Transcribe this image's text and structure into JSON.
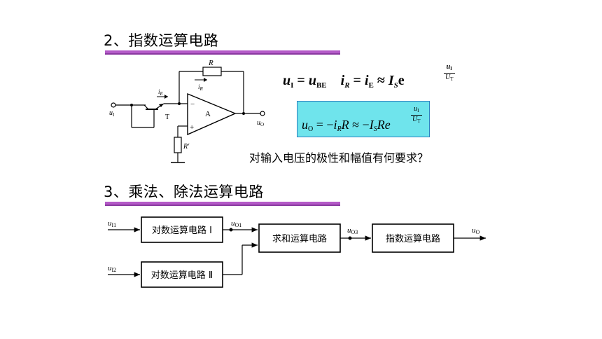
{
  "section2": {
    "heading": "2、指数运算电路"
  },
  "section3": {
    "heading": "3、乘法、除法运算电路"
  },
  "circuit": {
    "label_R": "R",
    "label_iR": "i",
    "label_iR_sub": "R",
    "label_iE": "i",
    "label_iE_sub": "E",
    "label_uI": "u",
    "label_uI_sub": "I",
    "label_T": "T",
    "label_minus": "−",
    "label_plus": "+",
    "label_A": "A",
    "label_uO": "u",
    "label_uO_sub": "O",
    "label_Rprime": "R′"
  },
  "equation1": {
    "lhs_u": "u",
    "lhs_u_sub": "I",
    "eq": " = ",
    "rhs_u": "u",
    "rhs_u_sub": "BE",
    "i_R": "i",
    "i_R_sub": "R",
    "eq2": " = ",
    "i_E": "i",
    "i_E_sub": "E",
    "approx": " ≈ ",
    "I_S": "I",
    "I_S_sub": "S",
    "e": "e",
    "exp_num": "u",
    "exp_num_sub": "I",
    "exp_den": "U",
    "exp_den_sub": "T"
  },
  "equation2": {
    "u": "u",
    "u_sub": "O",
    "part1": " = −",
    "i": "i",
    "i_sub": "R",
    "R": "R",
    "approx": " ≈ −",
    "I": "I",
    "I_sub": "S",
    "Re": "Re",
    "exp_num": "u",
    "exp_num_sub": "I",
    "exp_den": "U",
    "exp_den_sub": "T"
  },
  "question": "对输入电压的极性和幅值有何要求？",
  "block_diagram": {
    "block1": "对数运算电路 Ⅰ",
    "block2": "对数运算电路 Ⅱ",
    "block3": "求和运算电路",
    "block4": "指数运算电路",
    "u11": "u",
    "u11_sub": "I1",
    "u12": "u",
    "u12_sub": "I2",
    "uO1": "u",
    "uO1_sub": "O1",
    "uO3": "u",
    "uO3_sub": "O3",
    "uO": "u",
    "uO_sub": "O"
  }
}
